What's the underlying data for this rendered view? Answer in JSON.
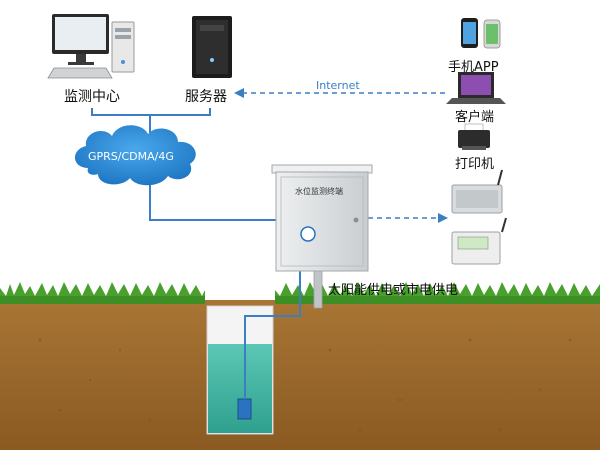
{
  "labels": {
    "monitoring_center": "监测中心",
    "server": "服务器",
    "internet": "Internet",
    "mobile_app": "手机APP",
    "client": "客户端",
    "printer": "打印机",
    "network": "GPRS/CDMA/4G",
    "power_supply": "太阳能供电或市电供电",
    "cabinet_label": "水位监测终端"
  },
  "colors": {
    "link_line": "#3a7fc4",
    "cloud": "#2f8fd8",
    "soil": "#9c6b2e",
    "grass": "#4aa02c",
    "water": "#43b7a4",
    "cabinet": "#dfe2e4"
  }
}
